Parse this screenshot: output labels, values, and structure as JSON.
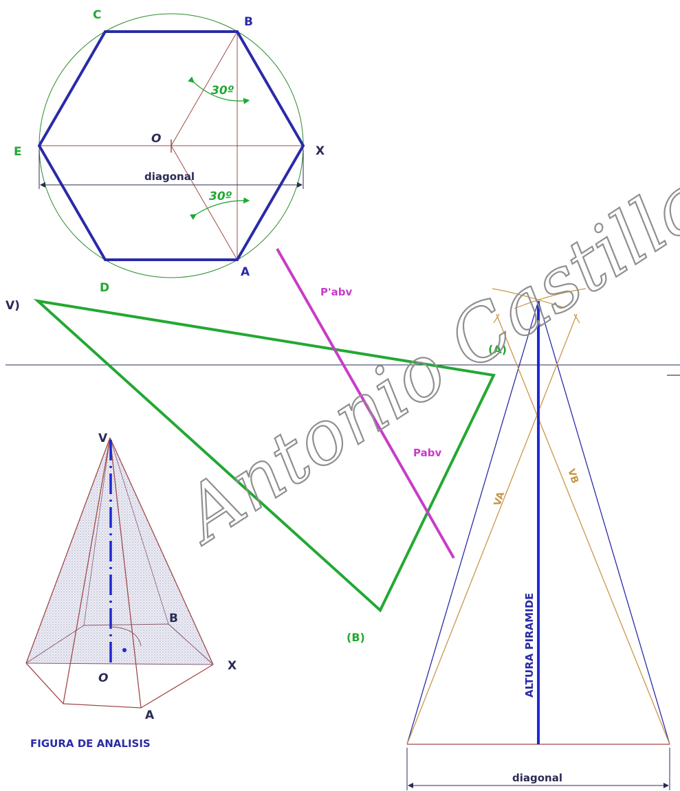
{
  "colors": {
    "blue": "#2a2aa8",
    "blue_bright": "#1e28d2",
    "green": "#22a833",
    "green_dark": "#2b8a2b",
    "magenta": "#c83cc8",
    "brown": "#a04848",
    "orange": "#c89648",
    "dark": "#2a2a55",
    "watermark": "#9a9a9a",
    "fill_dots": "#c8c8dc"
  },
  "hexagon": {
    "C": "C",
    "B": "B",
    "E": "E",
    "X": "X",
    "O": "O",
    "A": "A",
    "D": "D",
    "angle_top": "30º",
    "angle_bottom": "30º",
    "diagonal": "diagonal"
  },
  "triangle": {
    "V": "V)",
    "A": "(A)",
    "B": "(B)",
    "p_prime": "P'abv",
    "p": "Pabv"
  },
  "analysis": {
    "V": "V",
    "B": "B",
    "O": "O",
    "X": "X",
    "A": "A",
    "caption": "FIGURA DE ANALISIS"
  },
  "pyramid_height": {
    "label": "ALTURA PIRAMIDE",
    "va": "VA",
    "vb": "VB",
    "diagonal": "diagonal"
  },
  "watermark": "Antonio Castilla"
}
